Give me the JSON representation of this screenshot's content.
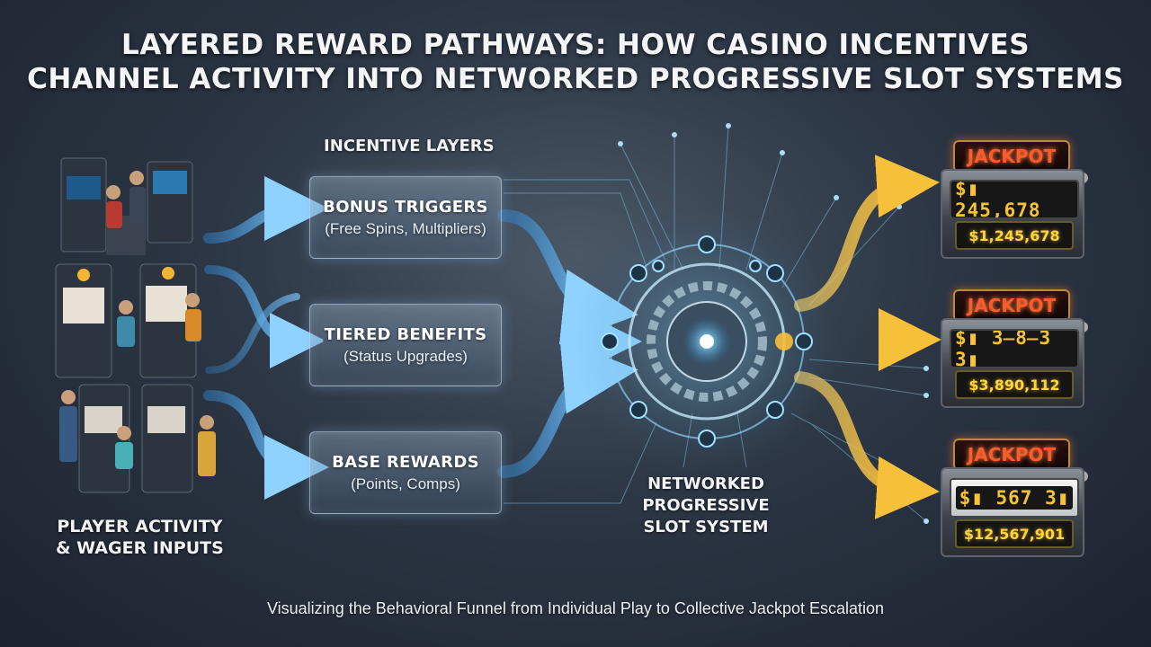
{
  "title": {
    "line1": "LAYERED REWARD PATHWAYS: HOW CASINO INCENTIVES",
    "line2": "CHANNEL ACTIVITY INTO NETWORKED PROGRESSIVE SLOT SYSTEMS"
  },
  "incentive_heading": "INCENTIVE LAYERS",
  "layers": [
    {
      "title": "BONUS TRIGGERS",
      "subtitle": "(Free Spins, Multipliers)"
    },
    {
      "title": "TIERED BENEFITS",
      "subtitle": "(Status Upgrades)"
    },
    {
      "title": "BASE REWARDS",
      "subtitle": "(Points, Comps)"
    }
  ],
  "player_label": {
    "line1": "PLAYER ACTIVITY",
    "line2": "& WAGER INPUTS"
  },
  "network_label": {
    "line1": "NETWORKED",
    "line2": "PROGRESSIVE",
    "line3": "SLOT SYSTEM"
  },
  "jackpots": [
    {
      "sign": "JACKPOT",
      "reels": "$▮ 2̶45,678",
      "reels_text": "$▮ 245,678",
      "amount": "$1,245,678"
    },
    {
      "sign": "JACKPOT",
      "reels_text": "$▮ 3̶8̶3 3▮",
      "amount": "$3,890,112"
    },
    {
      "sign": "JACKPOT",
      "reels_text": "$▮ 567 3▮",
      "amount": "$12,567,901"
    }
  ],
  "caption": "Visualizing the Behavioral Funnel from Individual Play to Collective Jackpot Escalation",
  "colors": {
    "flow_blue": "#5fb4f0",
    "flow_gold": "#f2b632",
    "hub_glow": "#9fe0ff",
    "jackpot_red": "#ff5a2a"
  },
  "icons": [
    "slot-machine-icon",
    "player-figure-icon",
    "network-hub-icon",
    "gear-icon",
    "arrow-icon"
  ]
}
